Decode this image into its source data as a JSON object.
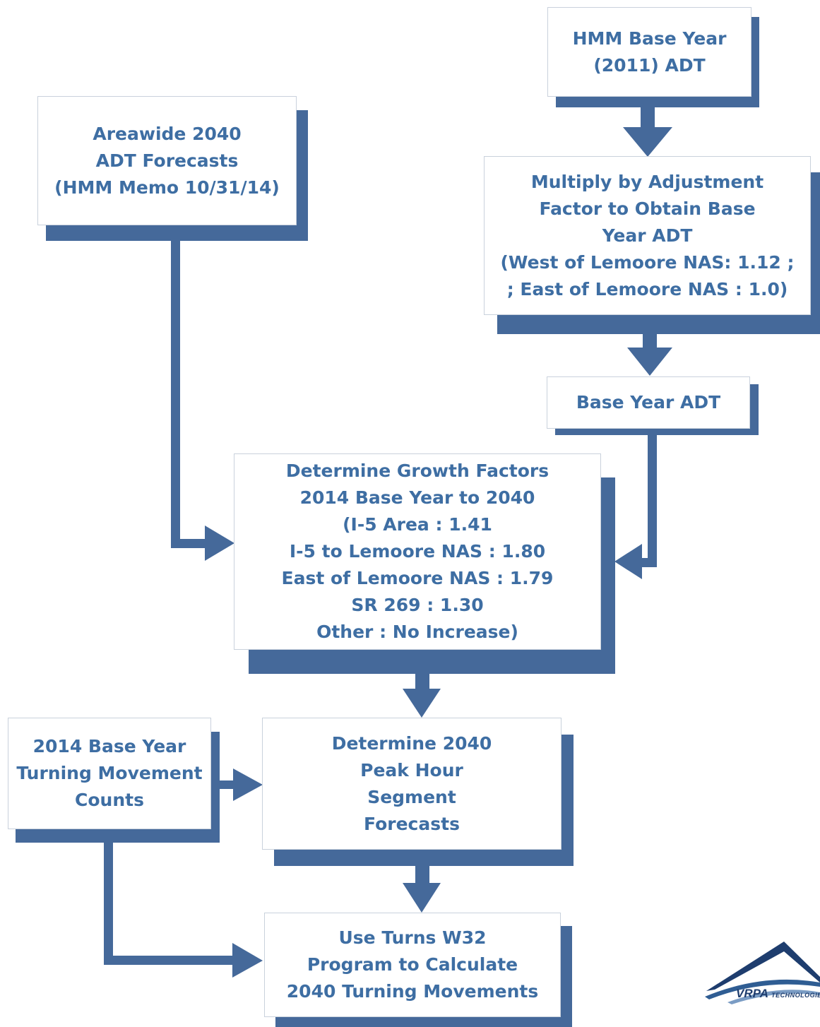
{
  "boxes": {
    "hmm_base_year": {
      "lines": [
        "HMM Base Year",
        "(2011) ADT"
      ]
    },
    "areawide_forecasts": {
      "lines": [
        "Areawide 2040",
        "ADT Forecasts",
        "(HMM Memo 10/31/14)"
      ]
    },
    "adjustment_factor": {
      "lines": [
        "Multiply by Adjustment",
        "Factor to Obtain Base",
        "Year ADT",
        "(West of Lemoore NAS: 1.12 ;",
        "; East of Lemoore NAS : 1.0)"
      ]
    },
    "base_year_adt": {
      "lines": [
        "Base Year ADT"
      ]
    },
    "growth_factors": {
      "lines": [
        "Determine Growth Factors",
        "2014 Base Year to 2040",
        "(I-5 Area : 1.41",
        "I-5 to Lemoore NAS : 1.80",
        "East of Lemoore NAS : 1.79",
        "SR 269 : 1.30",
        "Other : No Increase)"
      ]
    },
    "turning_counts": {
      "lines": [
        "2014 Base Year",
        "Turning Movement",
        "Counts"
      ]
    },
    "peak_hour": {
      "lines": [
        "Determine 2040",
        "Peak Hour",
        "Segment",
        "Forecasts"
      ]
    },
    "turns_w32": {
      "lines": [
        "Use Turns W32",
        "Program to Calculate",
        "2040 Turning Movements"
      ]
    }
  },
  "logo": {
    "name": "VRPA",
    "suffix": "TECHNOLOGIES"
  },
  "colors": {
    "accent": "#45699a",
    "text": "#3e6ea3",
    "box_border": "#c9d1dc"
  }
}
